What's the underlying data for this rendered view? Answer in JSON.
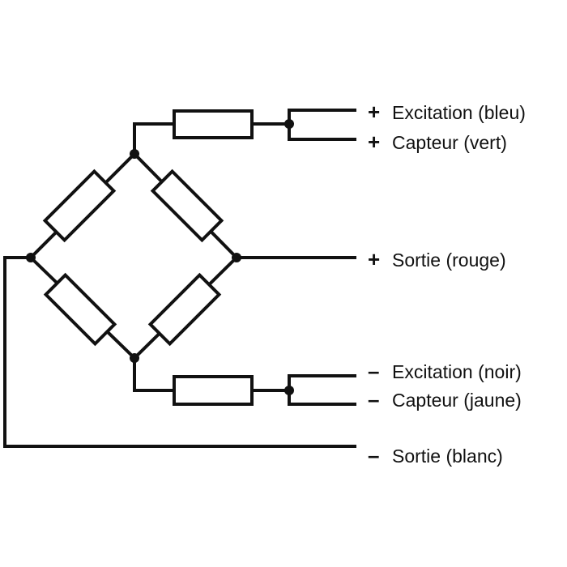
{
  "diagram": {
    "terminals": [
      {
        "id": "excitation-plus",
        "sign": "+",
        "label": "Excitation (bleu)"
      },
      {
        "id": "capteur-plus",
        "sign": "+",
        "label": "Capteur (vert)"
      },
      {
        "id": "sortie-plus",
        "sign": "+",
        "label": "Sortie (rouge)"
      },
      {
        "id": "excitation-minus",
        "sign": "–",
        "label": "Excitation (noir)"
      },
      {
        "id": "capteur-minus",
        "sign": "–",
        "label": "Capteur (jaune)"
      },
      {
        "id": "sortie-minus",
        "sign": "–",
        "label": "Sortie (blanc)"
      }
    ]
  }
}
